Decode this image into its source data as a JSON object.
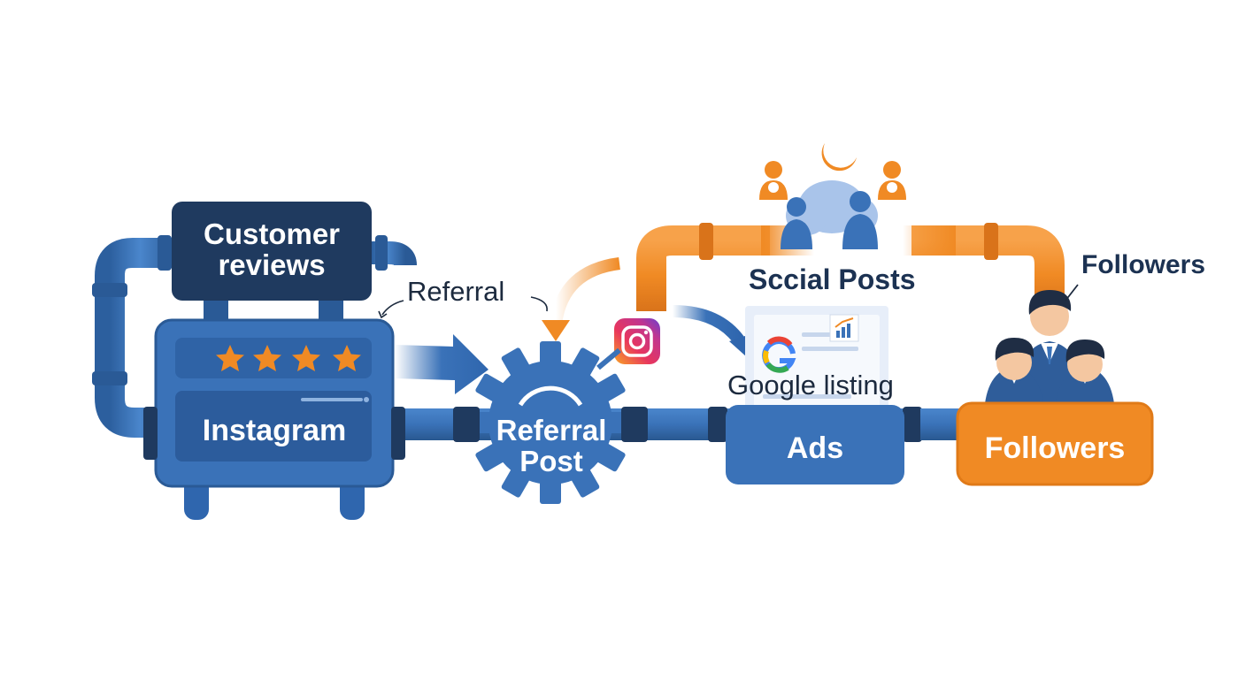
{
  "colors": {
    "pipe_blue": "#3a72b8",
    "pipe_blue_dark": "#2a5a96",
    "navy": "#1f3a5f",
    "orange": "#f08a24",
    "white": "#ffffff"
  },
  "icons": [
    "star-icon",
    "gear-icon",
    "instagram-icon",
    "google-icon",
    "bar-chart-icon",
    "person-icon",
    "moon-icon"
  ],
  "labels": {
    "customer_reviews_line1": "Customer",
    "customer_reviews_line2": "reviews",
    "instagram": "Instagram",
    "referral_annotation": "Referral",
    "referral_post_line1": "Referral",
    "referral_post_line2": "Post",
    "social_posts": "Sccial Posts",
    "google_listing": "Google listing",
    "ads": "Ads",
    "followers_annotation": "Followers",
    "followers_box": "Followers"
  },
  "rating": {
    "stars": 4
  }
}
